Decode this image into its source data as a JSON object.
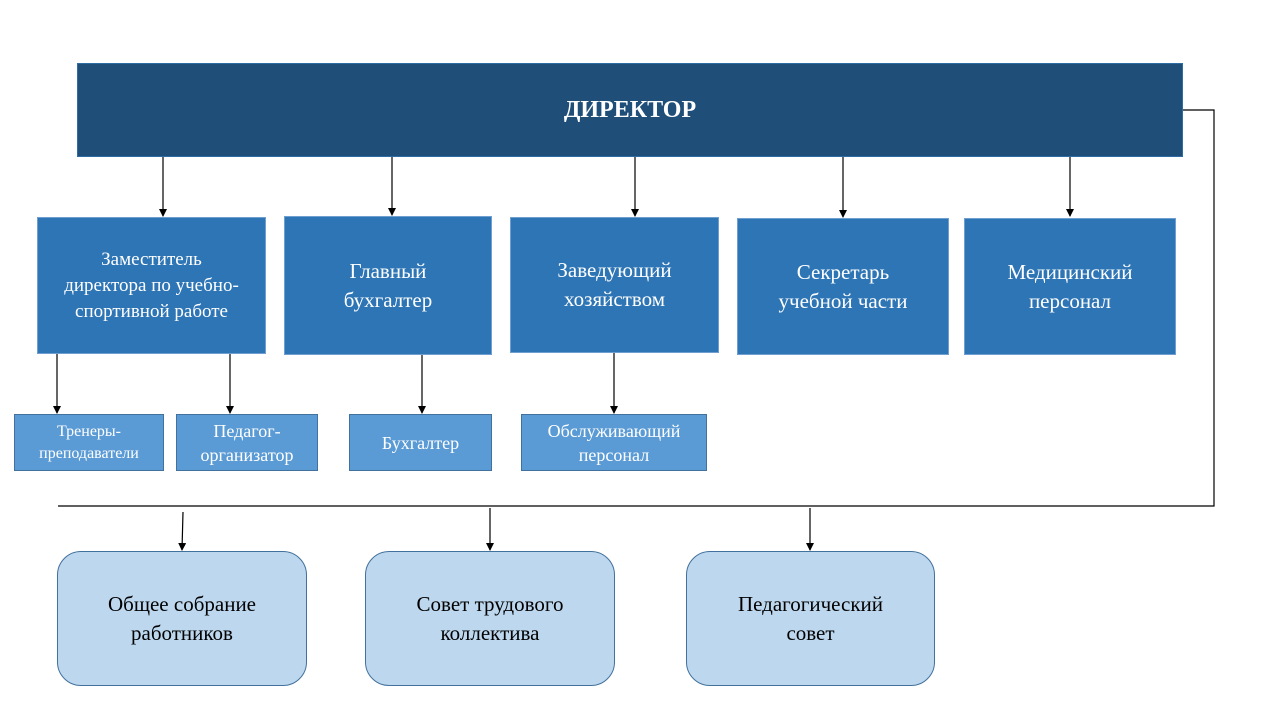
{
  "director": {
    "label": "ДИРЕКТОР"
  },
  "departments": [
    {
      "label": "Заместитель\nдиректора по учебно-\nспортивной работе"
    },
    {
      "label": "Главный\nбухгалтер"
    },
    {
      "label": "Заведующий\nхозяйством"
    },
    {
      "label": "Секретарь\nучебной части"
    },
    {
      "label": "Медицинский\nперсонал"
    }
  ],
  "staff": [
    {
      "label": "Тренеры-\nпреподаватели"
    },
    {
      "label": "Педагог-\nорганизатор"
    },
    {
      "label": "Бухгалтер"
    },
    {
      "label": "Обслуживающий\nперсонал"
    }
  ],
  "councils": [
    {
      "label": "Общее собрание\nработников"
    },
    {
      "label": "Совет трудового\nколлектива"
    },
    {
      "label": "Педагогический\nсовет"
    }
  ],
  "colors": {
    "director_fill": "#1f4e79",
    "department_fill": "#2e75b6",
    "staff_fill": "#5b9bd5",
    "council_fill": "#bdd7ee",
    "connector": "#000000"
  }
}
